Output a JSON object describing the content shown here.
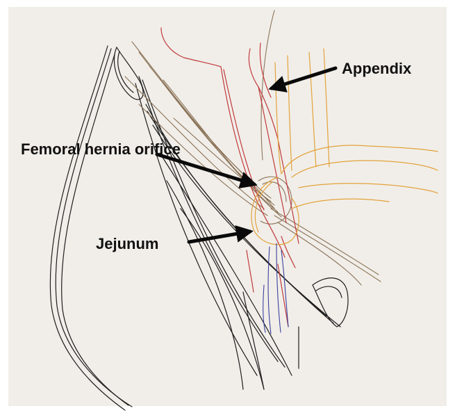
{
  "labels": {
    "appendix": "Appendix",
    "femoral_hernia_orifice": "Femoral hernia orifice",
    "jejunum": "Jejunum"
  },
  "colors": {
    "paper": "#f1eee9",
    "frame": "#ffffff",
    "black_sketch": "#1e1e1e",
    "brown_sketch": "#8a7358",
    "red_sketch": "#c0393b",
    "orange_sketch": "#e2a23a",
    "blue_sketch": "#3a3f9e",
    "label_text": "#111111",
    "arrow": "#0a0a0a"
  }
}
